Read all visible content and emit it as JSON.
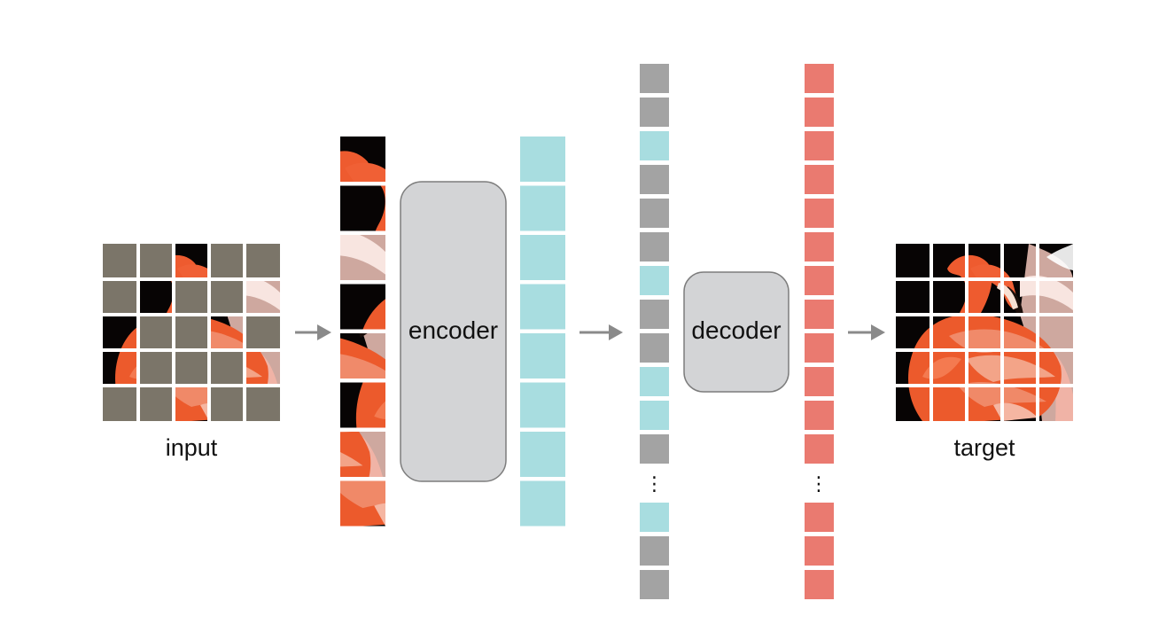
{
  "labels": {
    "input": "input",
    "encoder": "encoder",
    "decoder": "decoder",
    "target": "target",
    "ellipsis": "⋮"
  },
  "colors": {
    "mask_gray": "#7b7569",
    "encoder_token": "#a8dde0",
    "mask_token": "#a3a3a3",
    "decoder_output": "#ea7a70",
    "box_fill": "#d3d4d6",
    "box_stroke": "#7d7d7d",
    "arrow": "#8a8a8a",
    "photo_background": "#070404",
    "flamingo_orange": "#ee5b2f",
    "flamingo_pink": "#f2b0a2"
  },
  "input_grid": {
    "rows": 5,
    "cols": 5,
    "visible_patches": [
      [
        0,
        2
      ],
      [
        1,
        1
      ],
      [
        1,
        4
      ],
      [
        2,
        0
      ],
      [
        2,
        3
      ],
      [
        3,
        0
      ],
      [
        3,
        4
      ],
      [
        4,
        2
      ]
    ]
  },
  "decoder_input_sequence": {
    "before_ellipsis": [
      "mask",
      "mask",
      "visible",
      "mask",
      "mask",
      "mask",
      "visible",
      "mask",
      "mask",
      "visible",
      "visible",
      "mask"
    ],
    "after_ellipsis": [
      "visible",
      "mask",
      "mask"
    ]
  },
  "decoder_output_sequence": {
    "before_ellipsis_count": 12,
    "after_ellipsis_count": 3
  },
  "encoder_output_count": 8,
  "patch_column_count": 8
}
